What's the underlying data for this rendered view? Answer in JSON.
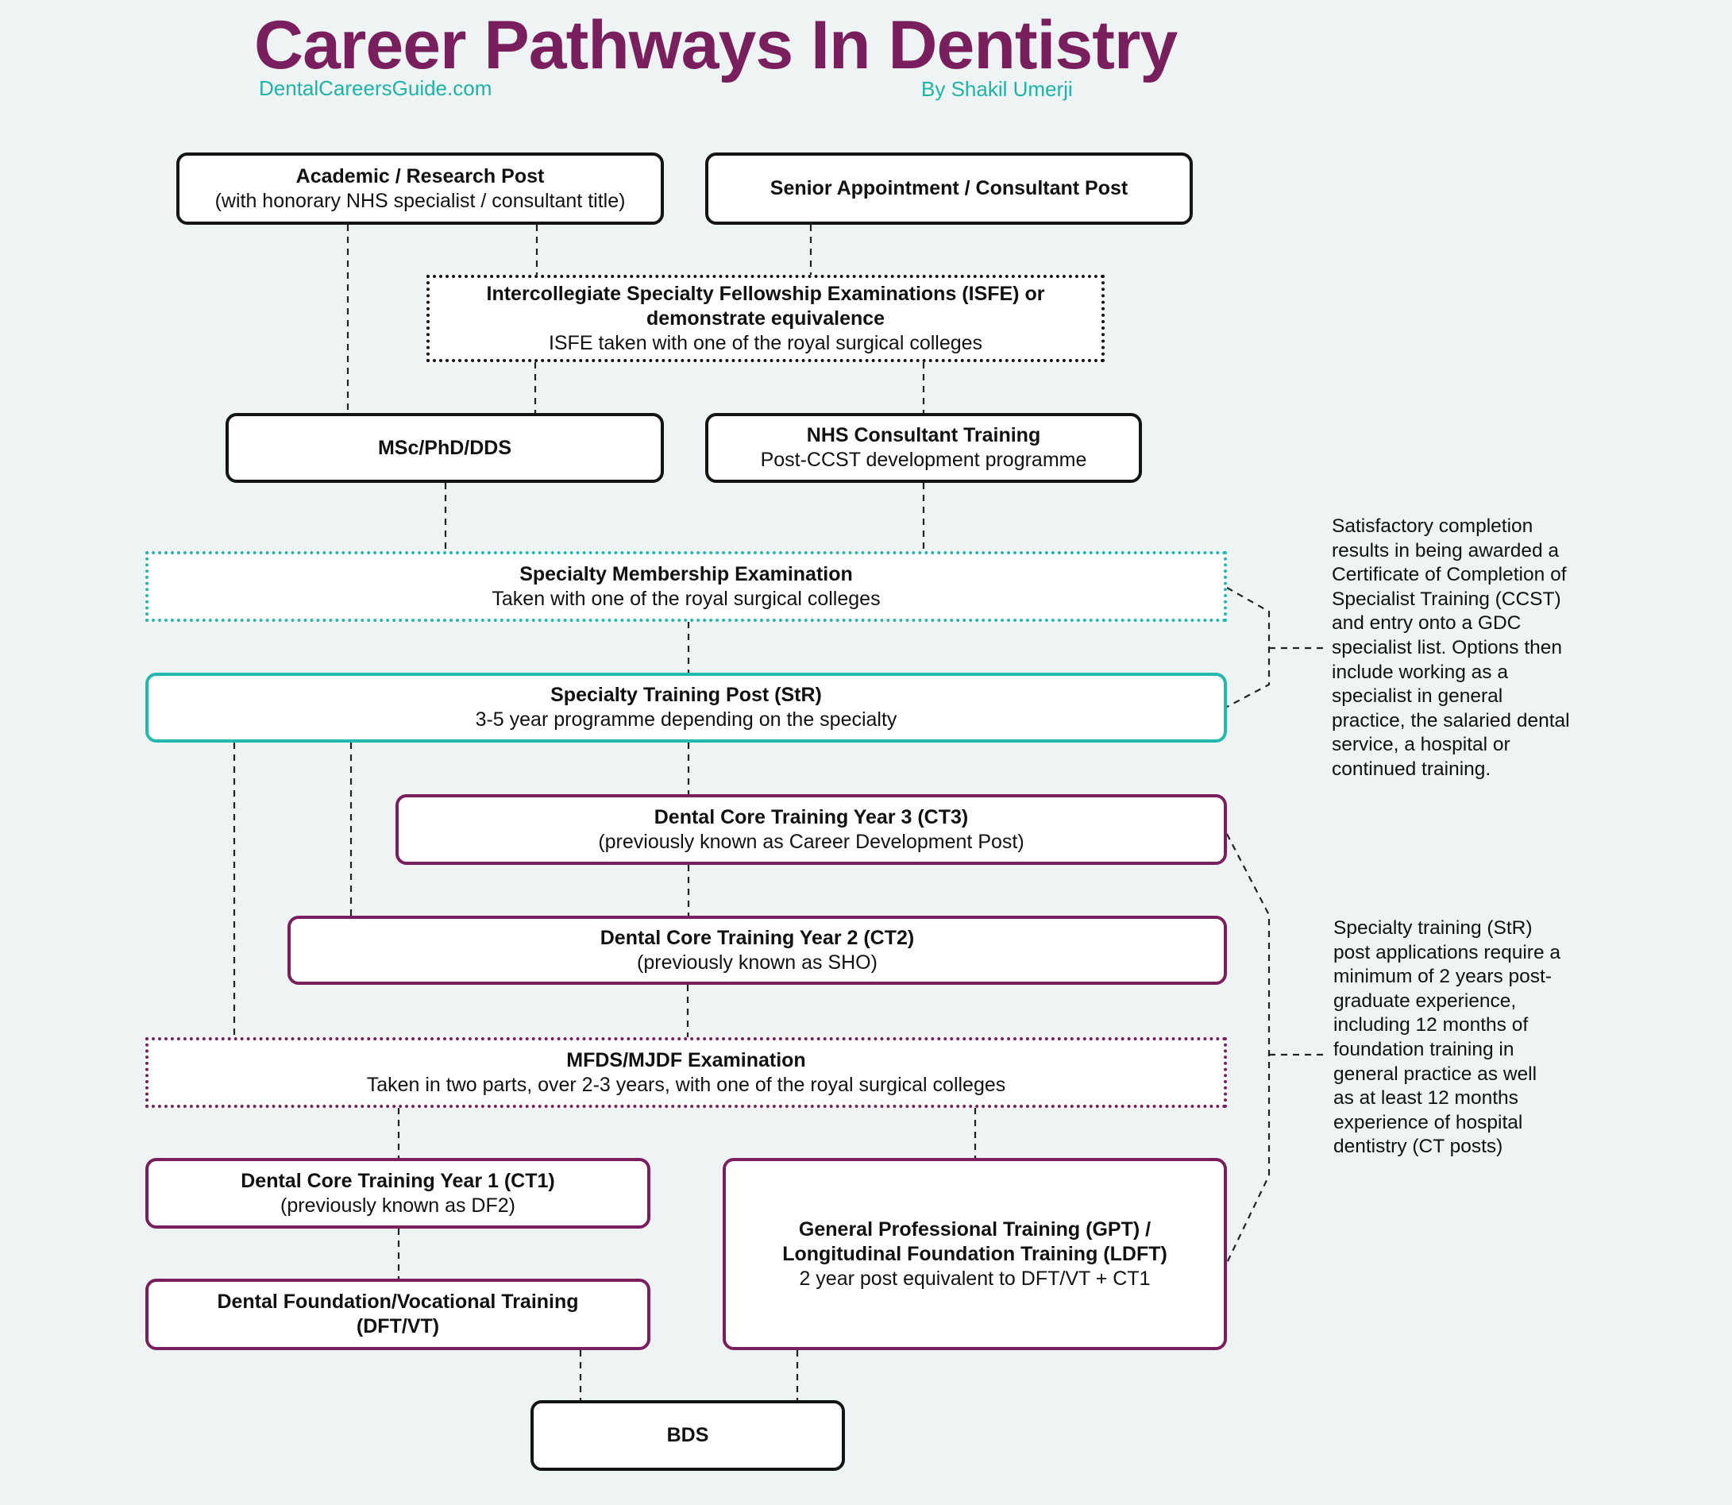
{
  "header": {
    "title": "Career Pathways In Dentistry",
    "site": "DentalCareersGuide.com",
    "author": "By Shakil Umerji"
  },
  "boxes": {
    "academic": {
      "title": "Academic / Research Post",
      "subtitle": "(with honorary NHS specialist / consultant title)"
    },
    "senior": {
      "title": "Senior Appointment / Consultant Post"
    },
    "isfe": {
      "title": "Intercollegiate Specialty Fellowship Examinations (ISFE) or",
      "title2": "demonstrate equivalence",
      "subtitle": "ISFE taken with one of the royal surgical colleges"
    },
    "msc": {
      "title": "MSc/PhD/DDS"
    },
    "nhs_consultant": {
      "title": "NHS Consultant Training",
      "subtitle": "Post-CCST development programme"
    },
    "membership": {
      "title": "Specialty Membership Examination",
      "subtitle": "Taken with one of the royal surgical colleges"
    },
    "str": {
      "title": "Specialty Training Post (StR)",
      "subtitle": "3-5 year programme depending on the specialty"
    },
    "ct3": {
      "title": "Dental Core Training Year 3 (CT3)",
      "subtitle": "(previously known as Career Development Post)"
    },
    "ct2": {
      "title": "Dental Core Training Year 2 (CT2)",
      "subtitle": "(previously known as SHO)"
    },
    "mfds": {
      "title": "MFDS/MJDF Examination",
      "subtitle": "Taken in two parts, over 2-3 years, with one of the royal surgical colleges"
    },
    "ct1": {
      "title": "Dental Core Training Year 1 (CT1)",
      "subtitle": "(previously known as DF2)"
    },
    "dft": {
      "title": "Dental Foundation/Vocational Training",
      "title2": "(DFT/VT)"
    },
    "gpt": {
      "title": "General Professional Training (GPT) /",
      "title2": "Longitudinal Foundation Training (LDFT)",
      "subtitle": "2 year post equivalent to DFT/VT + CT1"
    },
    "bds": {
      "title": "BDS"
    }
  },
  "notes": {
    "ccst": [
      "Satisfactory completion",
      "results in being awarded a",
      "Certificate of Completion of",
      "Specialist Training (CCST)",
      "and entry onto a GDC",
      "specialist list. Options then",
      "include working as a",
      "specialist in general",
      "practice, the salaried dental",
      "service, a hospital or",
      "continued training."
    ],
    "str_req": [
      "Specialty training (StR)",
      "post applications require a",
      "minimum of 2 years post-",
      "graduate experience,",
      "including 12 months of",
      "foundation training in",
      "general practice as well",
      "as at least 12 months",
      "experience of hospital",
      "dentistry (CT posts)"
    ]
  },
  "colors": {
    "title": "#7a1f5e",
    "accent_teal": "#22b8ad",
    "accent_plum": "#7a1f5e",
    "link_teal": "#1fb3a6",
    "background": "#eef3f4"
  }
}
